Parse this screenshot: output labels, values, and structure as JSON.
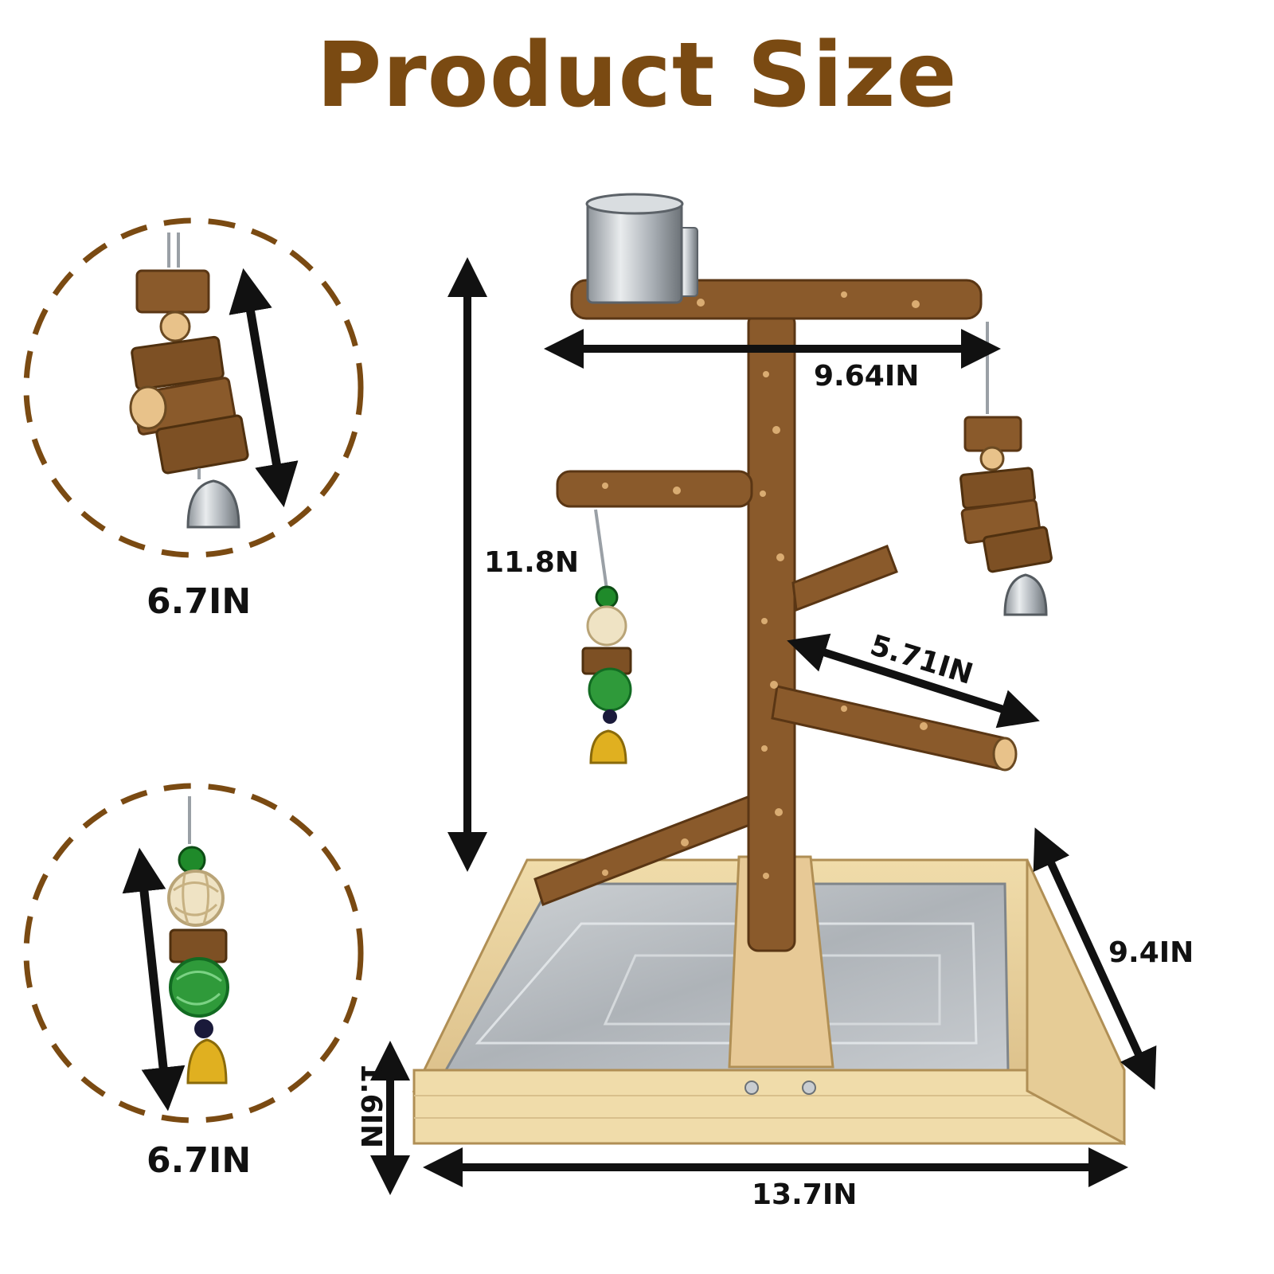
{
  "title": "Product Size",
  "dimensions": {
    "top_perch_width": "9.64IN",
    "total_height": "11.8N",
    "side_perch_length": "5.71IN",
    "base_depth": "9.4IN",
    "base_height": "1.6IN",
    "base_width": "13.7IN",
    "toy_top_length": "6.7IN",
    "toy_bottom_length": "6.7IN"
  },
  "colors": {
    "title": "#7a4a12",
    "dashed_circle": "#7a4a12",
    "arrow": "#111111",
    "wood_branch": "#8a5a2b",
    "wood_base": "#ecd39c",
    "metal": "#b9bec3"
  }
}
